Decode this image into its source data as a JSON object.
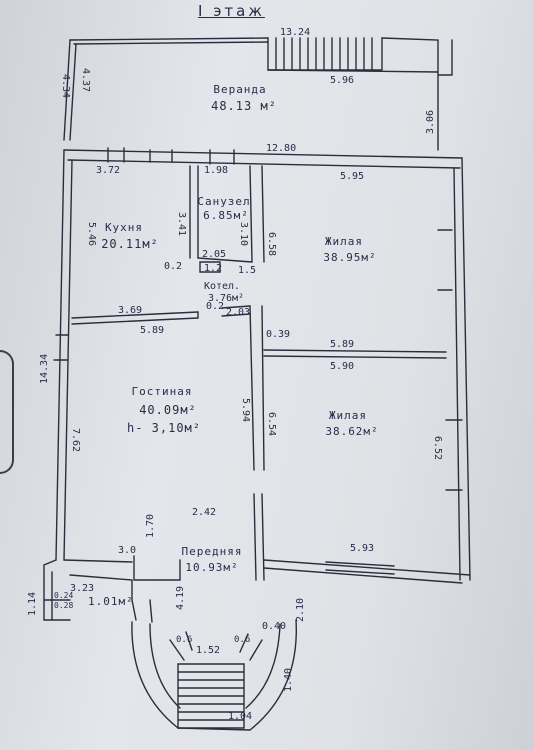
{
  "title": "I этаж",
  "rooms": {
    "veranda": {
      "name": "Веранда",
      "area": "48.13 м²"
    },
    "bathroom": {
      "name": "Санузел",
      "area": "6.85м²"
    },
    "kitchen": {
      "name": "Кухня",
      "area": "20.11м²"
    },
    "boiler": {
      "name": "Котел.",
      "area": "3.76м²"
    },
    "bedroom1": {
      "name": "Жилая",
      "area": "38.95м²"
    },
    "living": {
      "name": "Гостиная",
      "area": "40.09м²",
      "height": "h- 3,10м²"
    },
    "bedroom2": {
      "name": "Жилая",
      "area": "38.62м²"
    },
    "hall": {
      "name": "Передняя",
      "area": "10.93м²"
    },
    "small": {
      "area": "1.01м²"
    }
  },
  "dimensions": {
    "top": "13.24",
    "veranda_inner": "5.96",
    "left_veranda_outer": "4.34",
    "left_veranda_inner": "4.37",
    "right_veranda": "3.06",
    "width_mid": "12.80",
    "kitchen_top": "3.72",
    "bath_w": "1.98",
    "bed1_top": "5.95",
    "kitchen_h": "5.46",
    "bath_h1": "3.41",
    "bath_h2": "3.10",
    "bed1_h": "6.58",
    "d205": "2.05",
    "d02": "0.2",
    "d12": "1.2",
    "d15": "1.5",
    "d369": "3.69",
    "d589a": "5.89",
    "d02b": "0.2",
    "d203": "2.03",
    "d039": "0.39",
    "d589b": "5.89",
    "d590": "5.90",
    "left_total": "14.34",
    "living_h1": "5.94",
    "living_h2": "6.54",
    "living_left": "7.62",
    "right_bed2": "6.52",
    "d242": "2.42",
    "d170": "1.70",
    "d30": "3.0",
    "d593": "5.93",
    "d323": "3.23",
    "d114": "1.14",
    "d024": "0.24",
    "d028": "0.28",
    "d419": "4.19",
    "d040": "0.40",
    "d210": "2.10",
    "d06a": "0.6",
    "d06b": "0.6",
    "d152": "1.52",
    "d140": "1.40",
    "d104": "1.04"
  }
}
